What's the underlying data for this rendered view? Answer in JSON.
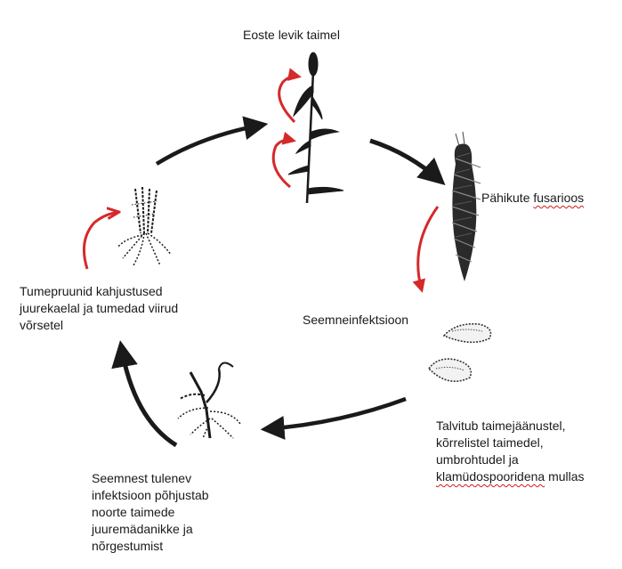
{
  "title": "Eoste levik taimel",
  "stages": {
    "head_blight": {
      "prefix": "Pähikute ",
      "word": "fusarioos"
    },
    "seed_infection": "Seemneinfektsioon",
    "overwintering": {
      "line1": "Talvitub taimejäänustel,",
      "line2": "kõrrelistel taimedel,",
      "line3": "umbrohtudel ja",
      "line4_word": "klamüdospooridena",
      "line4_rest": " mullas"
    },
    "seedling": {
      "line1": "Seemnest tulenev",
      "line2": "infektsioon põhjustab",
      "line3": "noorte taimede",
      "line4": "juuremädanikke ja",
      "line5": "nõrgestumist"
    },
    "root_lesions": {
      "line1": "Tumepruunid kahjustused",
      "line2": "juurekaelal ja tumedad viirud",
      "line3": "võrsetel"
    }
  },
  "colors": {
    "cycle_arrow": "#1a1a1a",
    "spread_arrow": "#d42a2a"
  }
}
